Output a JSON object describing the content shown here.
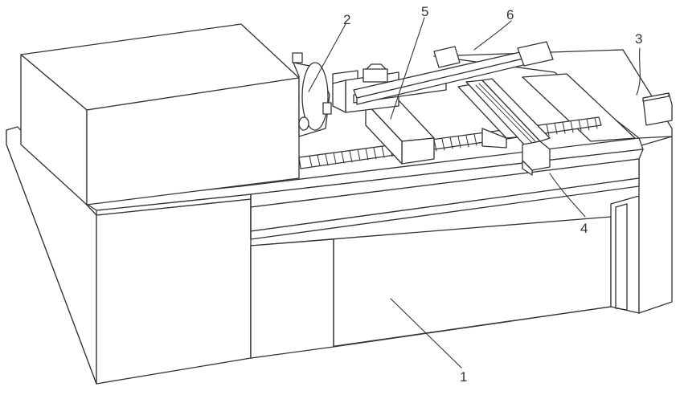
{
  "figure": {
    "callouts": [
      {
        "id": "1",
        "label": "1"
      },
      {
        "id": "2",
        "label": "2"
      },
      {
        "id": "3",
        "label": "3"
      },
      {
        "id": "4",
        "label": "4"
      },
      {
        "id": "5",
        "label": "5"
      },
      {
        "id": "6",
        "label": "6"
      }
    ],
    "line_color": "#333333",
    "fill_color": "#ffffff"
  }
}
